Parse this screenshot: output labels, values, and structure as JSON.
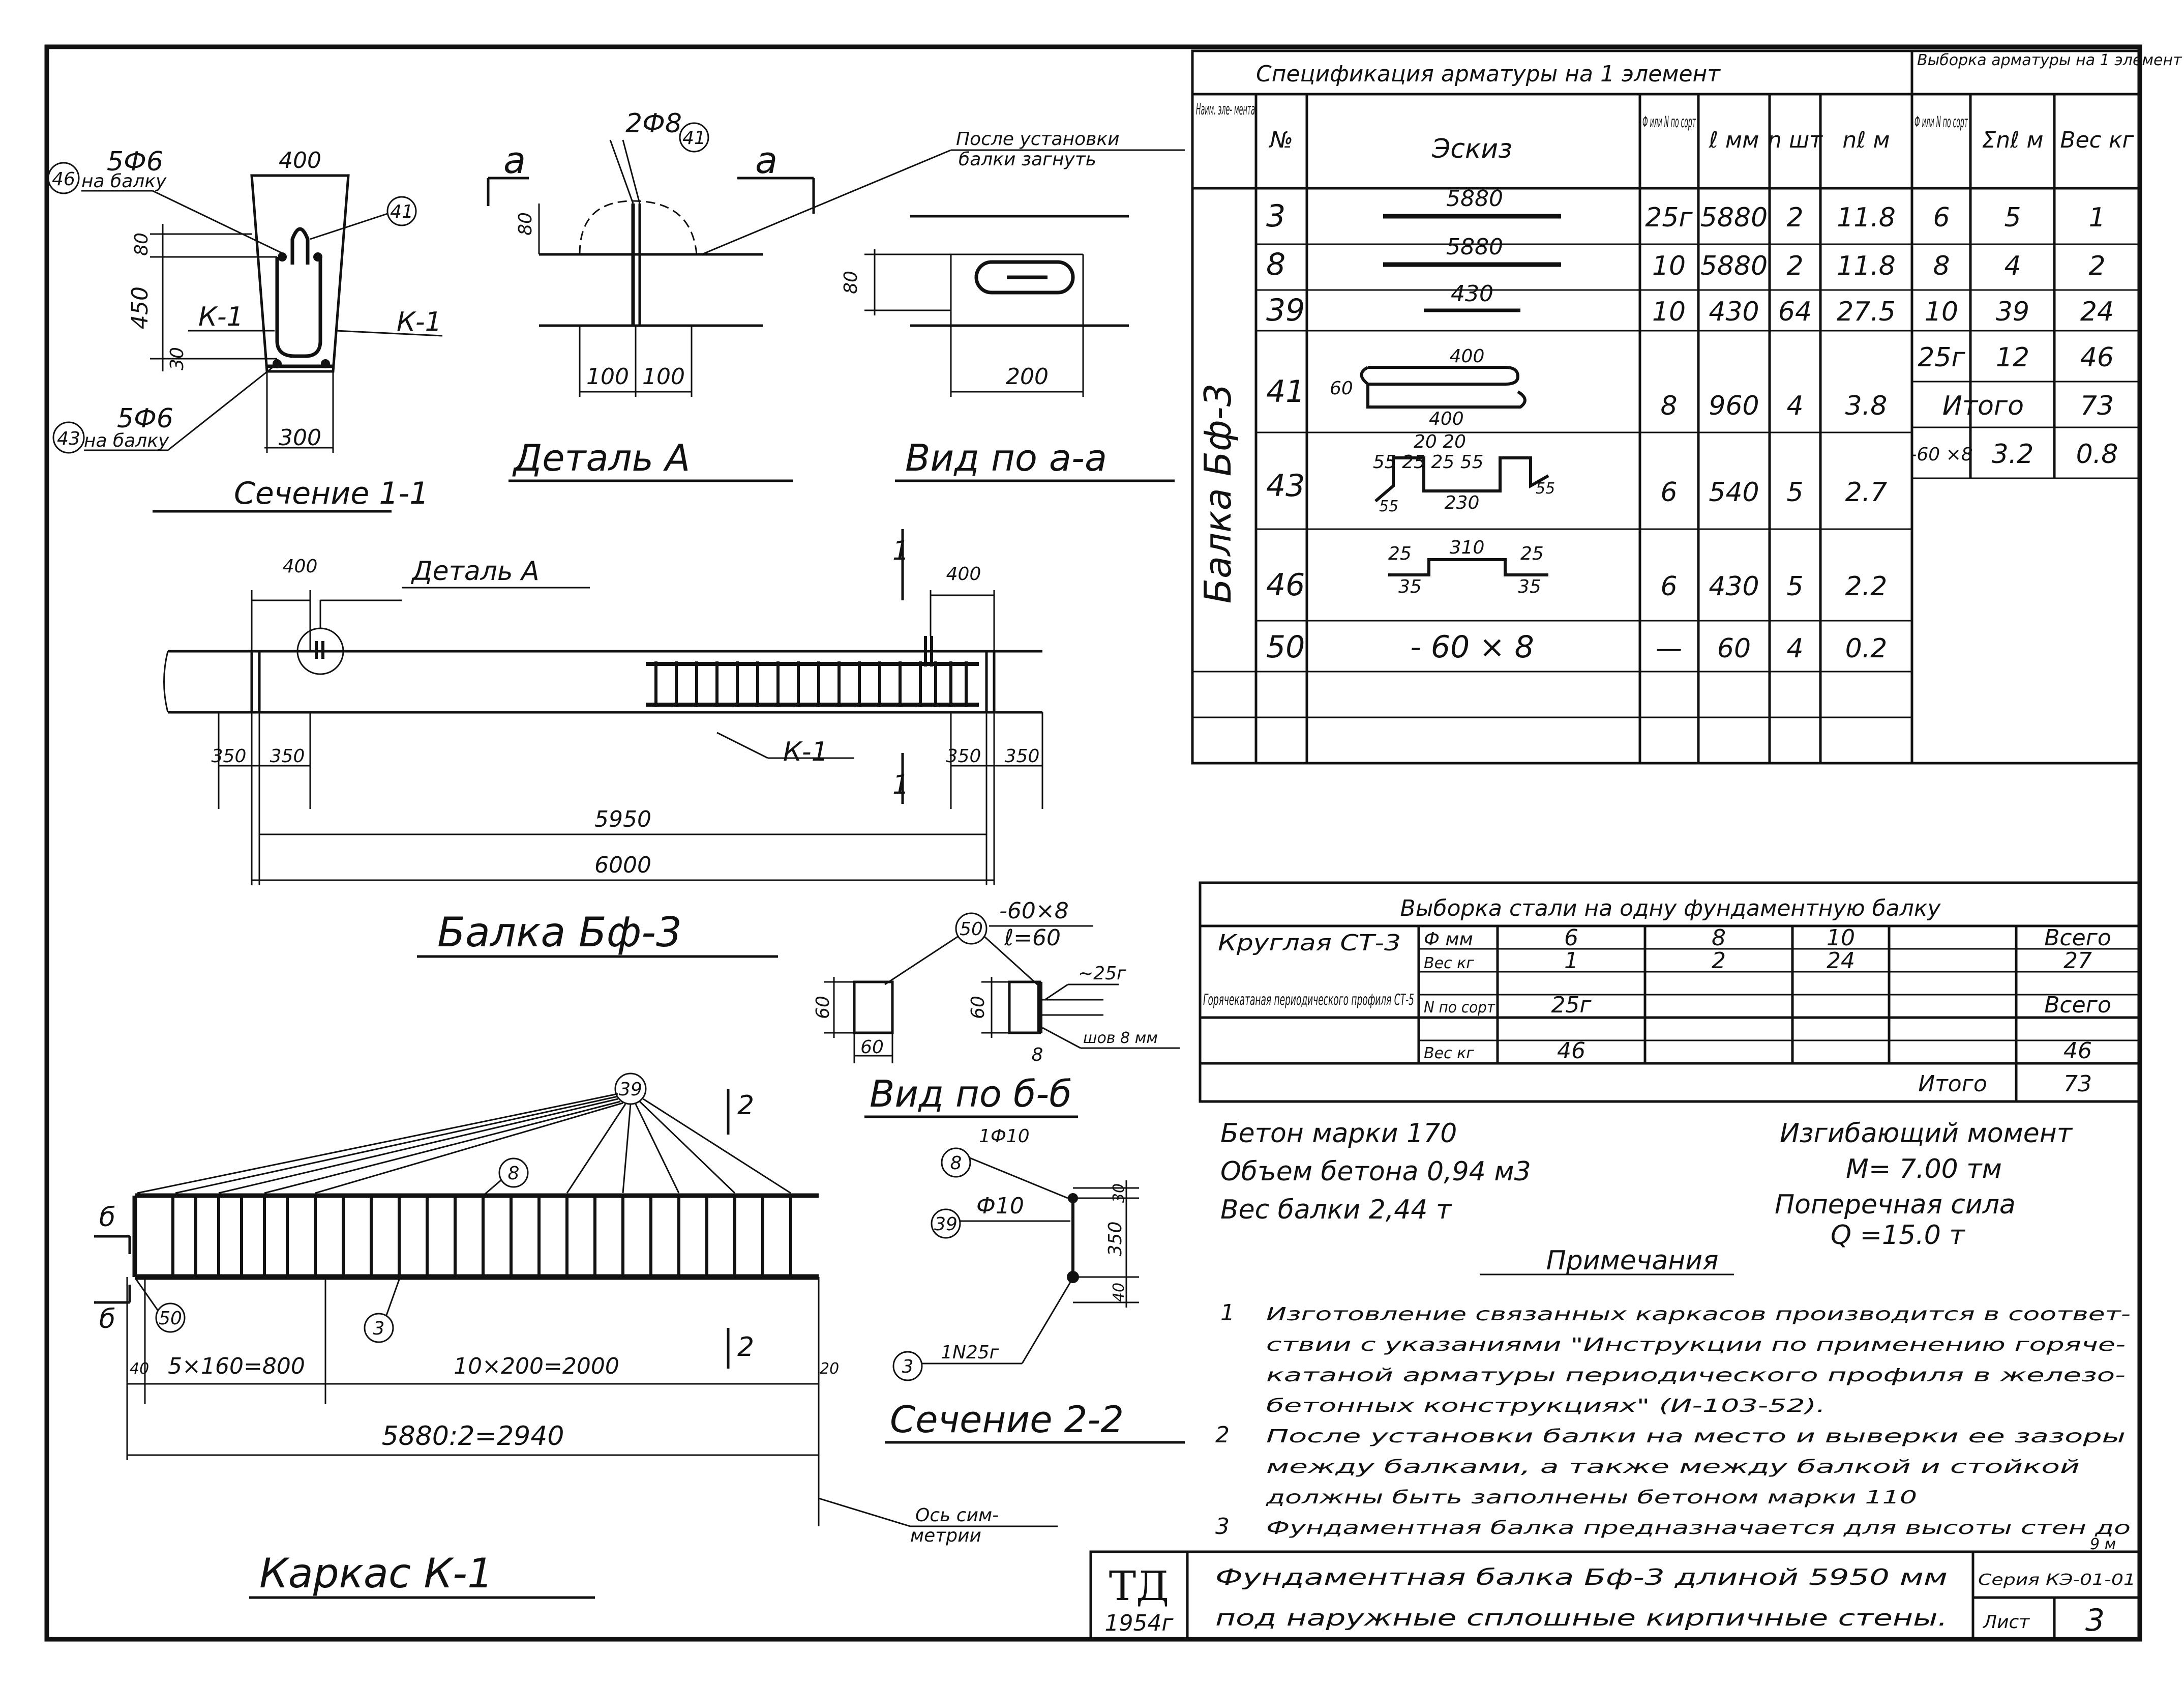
{
  "spec_table": {
    "title": "Спецификация арматуры на 1 элемент",
    "headers": {
      "name": "Наим. эле- мента",
      "num": "№",
      "sketch": "Эскиз",
      "dia": "Ф или N по сорт",
      "len": "ℓ мм",
      "count": "n шт",
      "total": "nℓ м"
    },
    "element_name": "Балка Бф-3",
    "rows": [
      {
        "num": "3",
        "sketch": "5880",
        "dia": "25г",
        "len": "5880",
        "count": "2",
        "total": "11.8"
      },
      {
        "num": "8",
        "sketch": "5880",
        "dia": "10",
        "len": "5880",
        "count": "2",
        "total": "11.8"
      },
      {
        "num": "39",
        "sketch": "430",
        "dia": "10",
        "len": "430",
        "count": "64",
        "total": "27.5"
      },
      {
        "num": "41",
        "sketch": "400",
        "dia": "8",
        "len": "960",
        "count": "4",
        "total": "3.8"
      },
      {
        "num": "43",
        "sketch": "230",
        "dia": "6",
        "len": "540",
        "count": "5",
        "total": "2.7"
      },
      {
        "num": "46",
        "sketch": "310",
        "dia": "6",
        "len": "430",
        "count": "5",
        "total": "2.2"
      },
      {
        "num": "50",
        "sketch": "- 60 × 8",
        "dia": "—",
        "len": "60",
        "count": "4",
        "total": "0.2"
      }
    ],
    "sketch_extra": {
      "r41_a": "60",
      "r41_b": "400",
      "r43_top": "20   20",
      "r43_side": "55 25 25 55",
      "r43_low": "55",
      "r43_low2": "55",
      "r46_top": "25",
      "r46_top2": "25",
      "r46_low": "35",
      "r46_low2": "35"
    }
  },
  "selection_table": {
    "title": "Выборка арматуры на 1 элемент",
    "headers": {
      "dia": "Ф или N по сорт",
      "sum": "Σnℓ м",
      "weight": "Вес кг"
    },
    "rows": [
      {
        "dia": "6",
        "sum": "5",
        "weight": "1"
      },
      {
        "dia": "8",
        "sum": "4",
        "weight": "2"
      },
      {
        "dia": "10",
        "sum": "39",
        "weight": "24"
      },
      {
        "dia": "25г",
        "sum": "12",
        "weight": "46"
      },
      {
        "dia": "Итого",
        "sum": "",
        "weight": "73"
      },
      {
        "dia": "-60 ×8",
        "sum": "3.2",
        "weight": "0.8"
      }
    ]
  },
  "steel_table": {
    "title": "Выборка стали на одну фундаментную балку",
    "round_label": "Круглая СТ-3",
    "dia_label": "Ф мм",
    "weight_label": "Вес кг",
    "dias": [
      "6",
      "8",
      "10",
      ""
    ],
    "weights": [
      "1",
      "2",
      "24",
      ""
    ],
    "total_label": "Всего",
    "round_total": "27",
    "hot_label": "Горячекатаная периодического профиля СТ-5",
    "hot_n_label": "N по сорт",
    "hot_w_label": "Вес кг",
    "hot_n": "25г",
    "hot_w": "46",
    "hot_total_label": "Всего",
    "hot_total": "46",
    "grand_label": "Итого",
    "grand_total": "73"
  },
  "properties": {
    "concrete": "Бетон марки 170",
    "volume": "Объем бетона 0,94 м3",
    "weight": "Вес балки 2,44 т",
    "moment_label": "Изгибающий момент",
    "moment": "М= 7.00 тм",
    "shear_label": "Поперечная сила",
    "shear": "Q =15.0 т"
  },
  "notes": {
    "title": "Примечания",
    "items": [
      {
        "n": "1",
        "lines": [
          "Изготовление связанных каркасов производится в соответ-",
          "ствии с указаниями \"Инструкции по применению горяче-",
          "катаной арматуры периодического профиля в железо-",
          "бетонных конструкциях\" (И-103-52)."
        ]
      },
      {
        "n": "2",
        "lines": [
          "После установки балки на место и выверки ее зазоры",
          "между балками, а также между балкой и стойкой",
          "должны быть заполнены бетоном марки 110"
        ]
      },
      {
        "n": "3",
        "lines": [
          "Фундаментная балка предназначается для высоты стен до",
          "9 м"
        ]
      }
    ]
  },
  "title_block": {
    "logo": "ТД",
    "year": "1954г",
    "line1": "Фундаментная балка Бф-3 длиной 5950 мм",
    "line2": "под наружные сплошные кирпичные стены.",
    "series": "Серия КЭ-01-01",
    "sheet_label": "Лист",
    "sheet_no": "3"
  },
  "views": {
    "section11": {
      "title": "Сечение 1-1",
      "top_w": "400",
      "bot_w": "300",
      "h": "450",
      "d80": "80",
      "d30": "30",
      "k1a": "К-1",
      "k1b": "К-1",
      "tag46": "46",
      "n46": "5Ф6",
      "on46": "на балку",
      "tag43": "43",
      "n43": "5Ф6",
      "on43": "на балку",
      "tag41": "41"
    },
    "detailA": {
      "title": "Деталь А",
      "bars": "2Ф8",
      "tag41": "41",
      "d80": "80",
      "d100a": "100",
      "d100b": "100",
      "aa1": "а",
      "aa2": "а"
    },
    "viewAA": {
      "title": "Вид по а-а",
      "note1": "После установки",
      "note2": "балки загнуть",
      "d80": "80",
      "d200": "200"
    },
    "beam": {
      "title": "Балка Бф-3",
      "detail_ref": "Деталь А",
      "k1": "К-1",
      "d400a": "400",
      "d400b": "400",
      "d350": [
        "350",
        "350",
        "350",
        "350"
      ],
      "d5950": "5950",
      "d6000": "6000",
      "cut1": "1",
      "cut1b": "1"
    },
    "viewBB": {
      "title": "Вид по б-б",
      "tag": "50",
      "plate1": "-60×8",
      "plate2": "ℓ=60",
      "d60a": "60",
      "d60b": "60",
      "d60c": "60",
      "d8": "8",
      "weld": "шов 8 мм",
      "bar": "~25г"
    },
    "frame": {
      "title": "Каркас К-1",
      "tag39": "39",
      "tag8": "8",
      "tag3": "3",
      "tag50": "50",
      "dim1": "5×160=800",
      "dim2": "10×200=2000",
      "d40": "40",
      "d20": "20",
      "total": "5880:2=2940",
      "axis": "Ось сим-",
      "axis2": "метрии",
      "cut2": "2",
      "cut2b": "2",
      "bb1": "б",
      "bb2": "б"
    },
    "section22": {
      "title": "Сечение 2-2",
      "top": "1Ф10",
      "mid": "Ф10",
      "bot": "1N25г",
      "tag8": "8",
      "tag39": "39",
      "tag3": "3",
      "d30": "30",
      "d350": "350",
      "d40": "40"
    }
  }
}
